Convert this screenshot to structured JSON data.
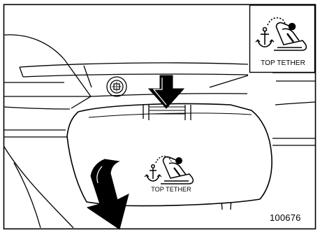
{
  "inset": {
    "label": "TOP TETHER",
    "icon": "anchor-child-seat-icon"
  },
  "cover": {
    "label": "TOP TETHER",
    "icon": "anchor-child-seat-icon"
  },
  "figure_number": "100676",
  "colors": {
    "line": "#000000",
    "background": "#ffffff"
  }
}
